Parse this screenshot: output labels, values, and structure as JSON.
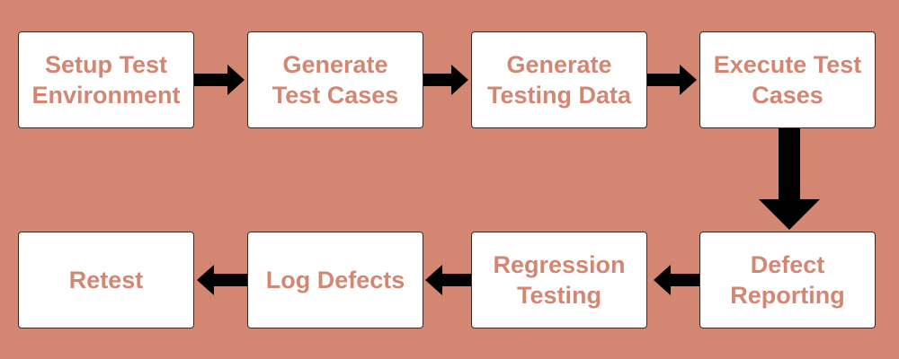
{
  "colors": {
    "background": "#d38672",
    "box_fill": "#ffffff",
    "box_text": "#d38672",
    "arrow": "#000000"
  },
  "steps": [
    {
      "label": "Setup Test\nEnvironment"
    },
    {
      "label": "Generate\nTest Cases"
    },
    {
      "label": "Generate\nTesting Data"
    },
    {
      "label": "Execute Test\nCases"
    },
    {
      "label": "Defect\nReporting"
    },
    {
      "label": "Regression\nTesting"
    },
    {
      "label": "Log Defects"
    },
    {
      "label": "Retest"
    }
  ]
}
